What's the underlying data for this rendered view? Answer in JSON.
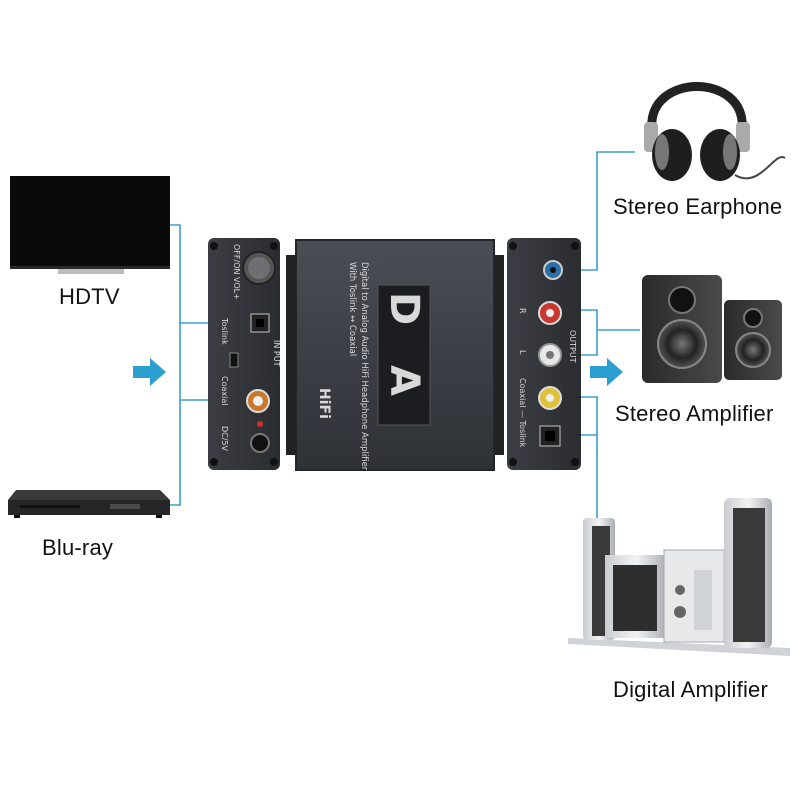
{
  "devices": {
    "hdtv": "HDTV",
    "bluray": "Blu-ray",
    "earphone": "Stereo Earphone",
    "amplifier": "Stereo Amplifier",
    "digital_amp": "Digital Amplifier"
  },
  "converter": {
    "top_line1": "Digital to Analog Audio HiFi Headphone Amplifier",
    "top_line2": "With Toslink ↔ Coaxial",
    "logo_d": "D",
    "logo_a": "A",
    "badge": "HiFi",
    "left_panel": {
      "power": "OFF/ON  VOL+",
      "input": "IN PUT",
      "toslink": "Toslink",
      "coaxial": "Coaxial",
      "dc": "DC/5V"
    },
    "right_panel": {
      "r": "R",
      "l": "L",
      "output": "OUTPUT",
      "bottom": "Coaxial — Toslink"
    }
  },
  "colors": {
    "connector_line": "#3aa0cc",
    "arrow": "#2b9fd0",
    "device_body": "#3a3d42"
  }
}
